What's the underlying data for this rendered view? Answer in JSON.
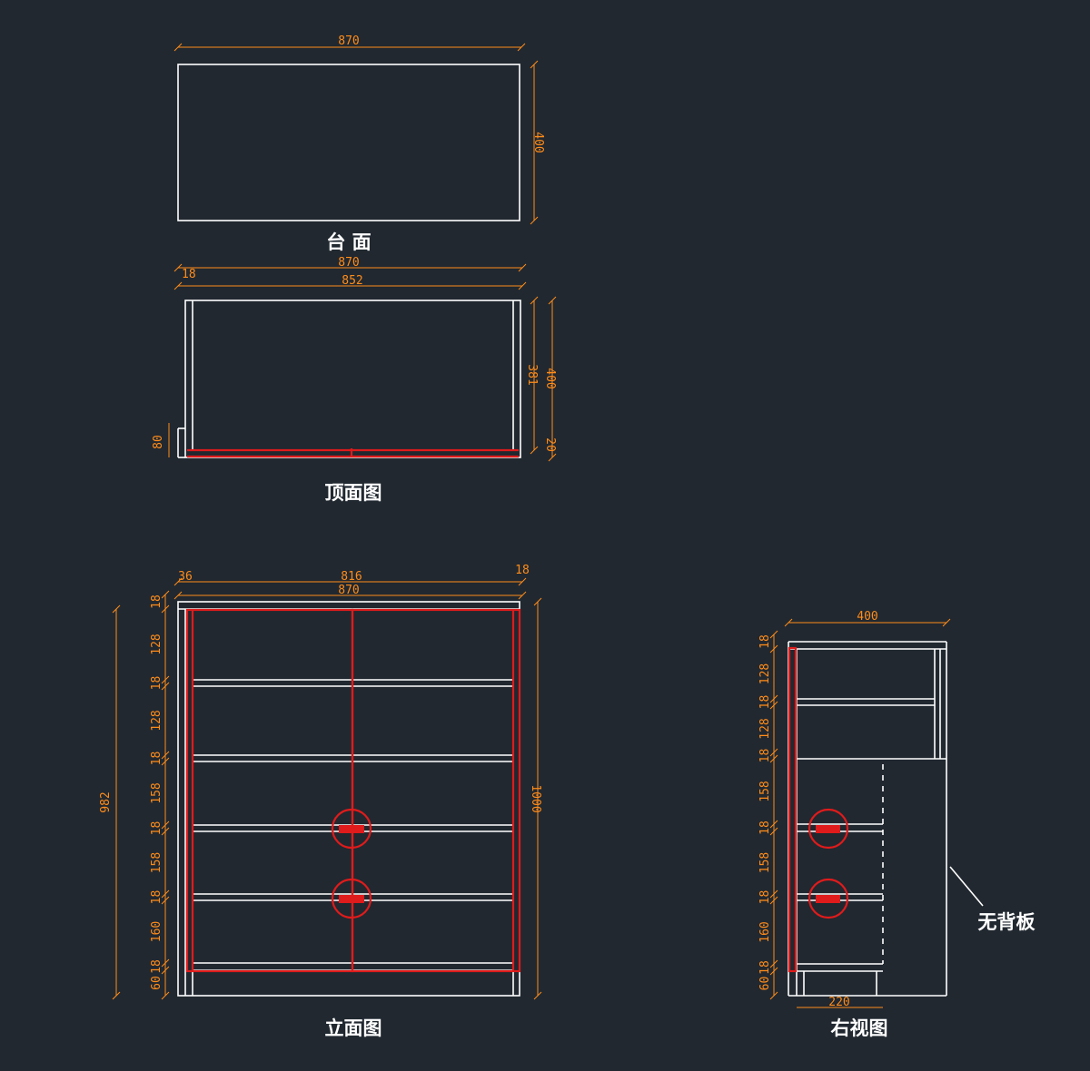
{
  "views": {
    "countertop": {
      "label": "台 面",
      "width": "870",
      "depth": "400"
    },
    "top": {
      "label": "顶面图",
      "overall": "870",
      "inner": "852",
      "side": "18",
      "depth_inner": "381",
      "depth": "400",
      "bottom_left": "80",
      "bottom_right": "20"
    },
    "front": {
      "label": "立面图",
      "left": "36",
      "mid": "816",
      "right": "18",
      "overall": "870",
      "height_inner": "982",
      "height": "1000",
      "left_chain": [
        "18",
        "128",
        "18",
        "128",
        "18",
        "158",
        "18",
        "158",
        "18",
        "160",
        "18",
        "60"
      ]
    },
    "side": {
      "label": "右视图",
      "width": "400",
      "base": "220",
      "left_chain": [
        "18",
        "128",
        "18",
        "128",
        "18",
        "158",
        "18",
        "158",
        "18",
        "160",
        "18",
        "60"
      ],
      "note": "无背板"
    }
  },
  "colors": {
    "background": "#212830",
    "dimension": "#ff8c1a",
    "outline": "#ffffff",
    "door": "#e01b1b"
  }
}
